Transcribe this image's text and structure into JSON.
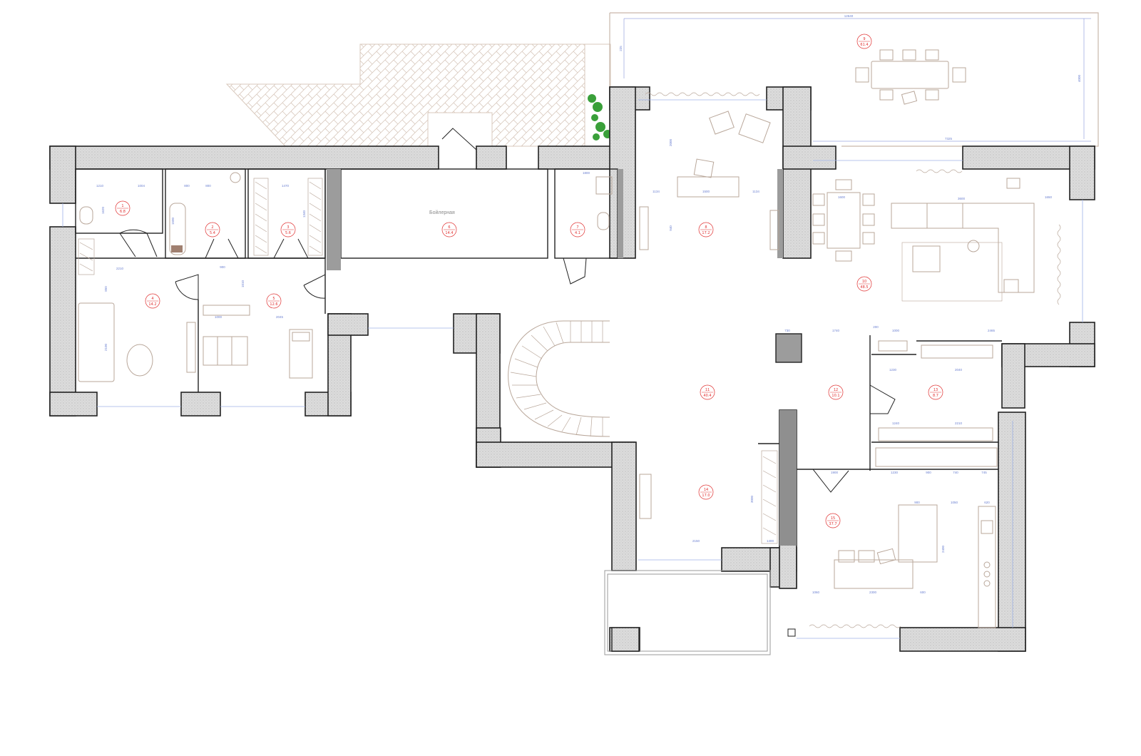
{
  "title": "",
  "colors": {
    "wall": "#222222",
    "wall_fill": "#d8d8d8",
    "furniture": "#b9a79a",
    "dimension": "#6a7fd0",
    "room_tag": "#e03030",
    "paving": "#d8c8bc",
    "plant": "#3aa03a"
  },
  "room_labels": {
    "boiler_room": "Бойлерная"
  },
  "room_tags": [
    {
      "id": "r-bath",
      "num": "1",
      "area": "6.8"
    },
    {
      "id": "r-shower",
      "num": "2",
      "area": "5.4"
    },
    {
      "id": "r-dress1",
      "num": "3",
      "area": "5.6"
    },
    {
      "id": "r-bed1",
      "num": "4",
      "area": "14.2"
    },
    {
      "id": "r-bed2",
      "num": "5",
      "area": "12.6"
    },
    {
      "id": "r-boiler",
      "num": "6",
      "area": "14.4"
    },
    {
      "id": "r-wc",
      "num": "7",
      "area": "4.1"
    },
    {
      "id": "r-study",
      "num": "8",
      "area": "17.2"
    },
    {
      "id": "r-terrace",
      "num": "9",
      "area": "61.4"
    },
    {
      "id": "r-living",
      "num": "10",
      "area": "48.5"
    },
    {
      "id": "r-hall",
      "num": "11",
      "area": "40.4"
    },
    {
      "id": "r-corr",
      "num": "12",
      "area": "10.1"
    },
    {
      "id": "r-dress2",
      "num": "13",
      "area": "8.7"
    },
    {
      "id": "r-guest",
      "num": "14",
      "area": "17.0"
    },
    {
      "id": "r-kitchen",
      "num": "15",
      "area": "37.7"
    }
  ],
  "dimensions": [
    {
      "id": "d-terrace-w",
      "text": "12640"
    },
    {
      "id": "d-terrace-h",
      "text": "4000"
    },
    {
      "id": "d-terrace-h2",
      "text": "225"
    },
    {
      "id": "d-terrace-b",
      "text": "7325"
    },
    {
      "id": "d-bath-1",
      "text": "1210"
    },
    {
      "id": "d-bath-2",
      "text": "1004"
    },
    {
      "id": "d-bath-3",
      "text": "1620"
    },
    {
      "id": "d-shower-1",
      "text": "800"
    },
    {
      "id": "d-shower-2",
      "text": "800"
    },
    {
      "id": "d-shower-3",
      "text": "1500"
    },
    {
      "id": "d-dress-1",
      "text": "1470"
    },
    {
      "id": "d-dress-2",
      "text": "1340"
    },
    {
      "id": "d-bed1-1",
      "text": "2210"
    },
    {
      "id": "d-bed1-2",
      "text": "850"
    },
    {
      "id": "d-bed1-3",
      "text": "2100"
    },
    {
      "id": "d-bed2-1",
      "text": "1000"
    },
    {
      "id": "d-bed2-2",
      "text": "2045"
    },
    {
      "id": "d-bed2-3",
      "text": "900"
    },
    {
      "id": "d-bed2-4",
      "text": "1010"
    },
    {
      "id": "d-study-1",
      "text": "1134"
    },
    {
      "id": "d-study-2",
      "text": "1500"
    },
    {
      "id": "d-study-3",
      "text": "1134"
    },
    {
      "id": "d-study-4",
      "text": "2000"
    },
    {
      "id": "d-study-5",
      "text": "940"
    },
    {
      "id": "d-wc-1",
      "text": "1800"
    },
    {
      "id": "d-living-1",
      "text": "1600"
    },
    {
      "id": "d-living-2",
      "text": "3600"
    },
    {
      "id": "d-living-3",
      "text": "1650"
    },
    {
      "id": "d-hall-1",
      "text": "730"
    },
    {
      "id": "d-hall-2",
      "text": "1740"
    },
    {
      "id": "d-hall-3",
      "text": "200"
    },
    {
      "id": "d-hall-4",
      "text": "1000"
    },
    {
      "id": "d-hall-5",
      "text": "2465"
    },
    {
      "id": "d-dr2-1",
      "text": "1230"
    },
    {
      "id": "d-dr2-2",
      "text": "2040"
    },
    {
      "id": "d-dr2-3",
      "text": "1240"
    },
    {
      "id": "d-dr2-4",
      "text": "2210"
    },
    {
      "id": "d-k-1",
      "text": "1230"
    },
    {
      "id": "d-k-2",
      "text": "900"
    },
    {
      "id": "d-k-3",
      "text": "740"
    },
    {
      "id": "d-k-4",
      "text": "745"
    },
    {
      "id": "d-k-5",
      "text": "1900"
    },
    {
      "id": "d-k-6",
      "text": "900"
    },
    {
      "id": "d-k-7",
      "text": "1050"
    },
    {
      "id": "d-k-8",
      "text": "620"
    },
    {
      "id": "d-k-9",
      "text": "2400"
    },
    {
      "id": "d-k-10",
      "text": "1060"
    },
    {
      "id": "d-k-11",
      "text": "2300"
    },
    {
      "id": "d-k-12",
      "text": "600"
    },
    {
      "id": "d-guest-1",
      "text": "2150"
    },
    {
      "id": "d-guest-2",
      "text": "3000"
    },
    {
      "id": "d-guest-3",
      "text": "1400"
    }
  ]
}
